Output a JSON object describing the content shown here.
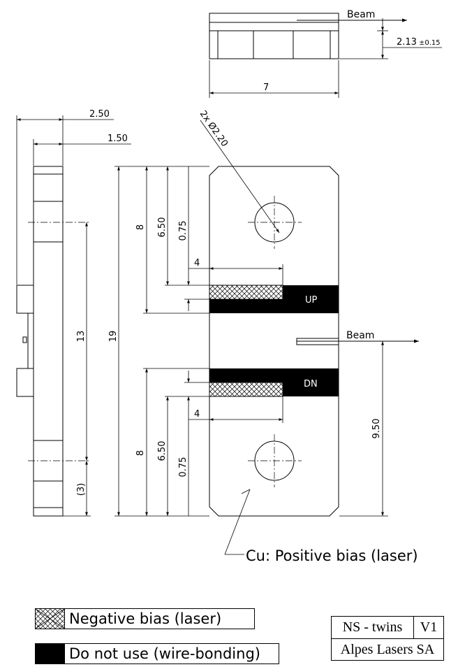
{
  "labels": {
    "beam_top": "Beam",
    "beam_mid": "Beam",
    "pad_up": "UP",
    "pad_dn": "DN",
    "hole_callout": "2x Ø2.20",
    "cu_note": "Cu: Positive bias (laser)"
  },
  "dimensions": {
    "height_top_view": "2.13",
    "height_tolerance": "±0.15",
    "width_top_view": "7",
    "side_total_thickness": "2.50",
    "side_step": "1.50",
    "side_hole_spacing": "13",
    "side_hole_offset": "(3)",
    "total_length": "19",
    "up_zone_8": "8",
    "up_zone_650": "6.50",
    "up_zone_075": "0.75",
    "up_pad_width": "4",
    "dn_zone_8": "8",
    "dn_zone_650": "6.50",
    "dn_zone_075": "0.75",
    "dn_pad_width": "4",
    "beam_height": "9.50"
  },
  "legend": {
    "negative": "Negative bias (laser)",
    "do_not_use": "Do not use (wire-bonding)"
  },
  "title_block": {
    "product": "NS - twins",
    "version": "V1",
    "company": "Alpes Lasers SA"
  },
  "colors": {
    "line": "#000000",
    "background": "#ffffff"
  }
}
